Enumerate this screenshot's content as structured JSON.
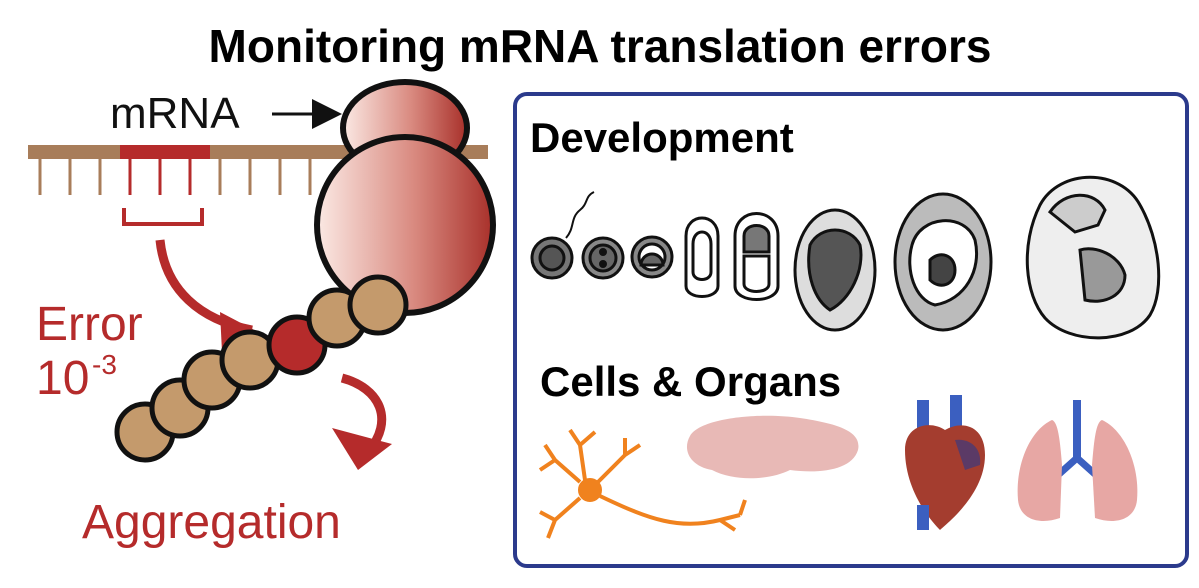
{
  "title": "Monitoring mRNA translation errors",
  "left": {
    "mrna_label": "mRNA",
    "error_label": "Error",
    "error_rate_base": "10",
    "error_rate_exponent": "-3",
    "aggregation_label": "Aggregation"
  },
  "panel": {
    "development_heading": "Development",
    "cells_organs_heading": "Cells & Organs"
  },
  "colors": {
    "accent_red": "#b52b2b",
    "mrna_strand": "#a87d5a",
    "bead_tan": "#c49a6c",
    "panel_border": "#2b3a8c"
  }
}
